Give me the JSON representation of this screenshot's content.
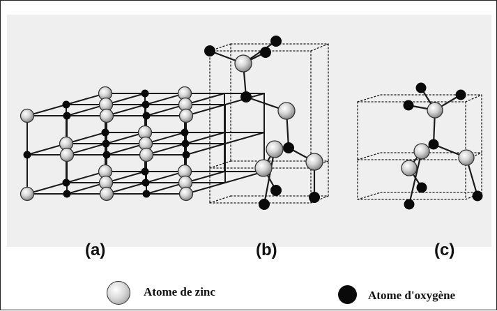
{
  "labels": {
    "a": "(a)",
    "b": "(b)",
    "c": "(c)"
  },
  "legend": {
    "zinc": {
      "label": "Atome de zinc",
      "icon": "grey-sphere",
      "color": "#cfcfcf"
    },
    "oxygen": {
      "label": "Atome d'oxygène",
      "icon": "black-sphere",
      "color": "#0a0a0a"
    }
  },
  "colors": {
    "background": "#efefef",
    "bond": "#1a1a1a",
    "zinc": "#d0d0d0",
    "oxygen": "#0a0a0a"
  }
}
